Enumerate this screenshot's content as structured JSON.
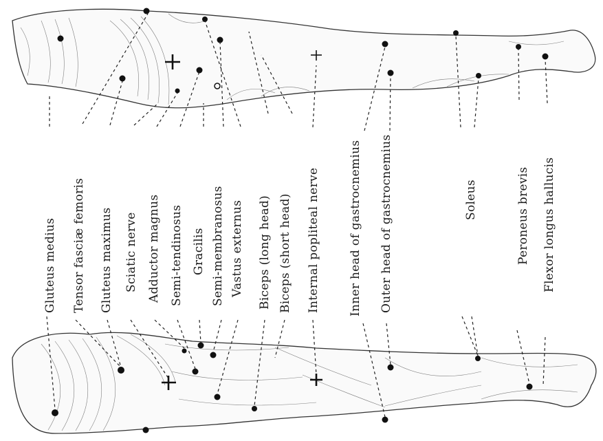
{
  "labels": [
    "Gluteus medius",
    "Tensor fasciæ femoris",
    "Gluteus maximus",
    "Sciatic nerve",
    "Adductor magnus",
    "Semi-tendinosus",
    "Gracilis",
    "Semi-membranosus",
    "Vastus externus",
    "Biceps (long head)",
    "Biceps (short head)",
    "Internal popliteal nerve",
    "Inner head of gastrocnemius",
    "Outer head of gastrocnemius",
    "Soleus",
    "Peroneus brevis",
    "Flexor longus hallucis"
  ]
}
